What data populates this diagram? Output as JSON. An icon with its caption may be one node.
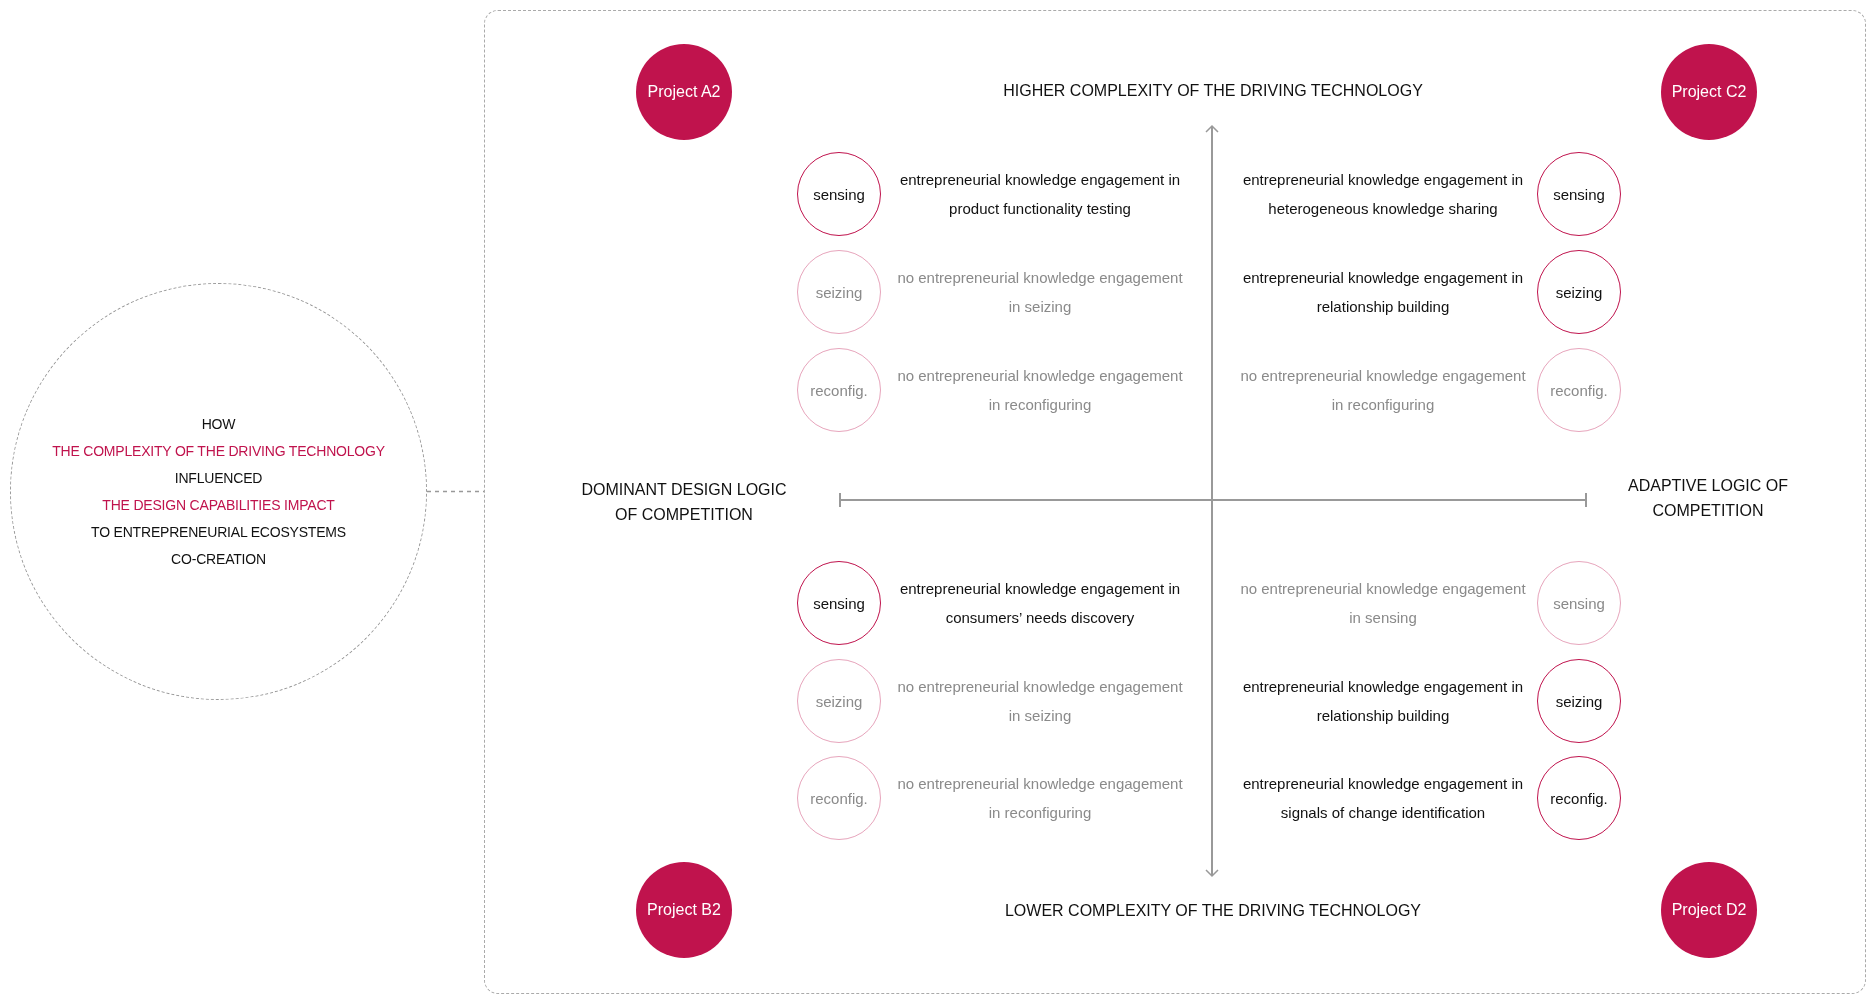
{
  "diagram": {
    "nodes": [
      {
        "text": [
          "HOW",
          "THE COMPLEXITY OF THE DRIVING TECHNOLOGY",
          "INFLUENCED",
          "THE DESIGN CAPABILITIES IMPACT",
          "TO ENTREPRENEURIAL ECOSYSTEMS",
          "CO-CREATION"
        ]
      },
      {
        "text": [],
        "shape": "box"
      },
      {
        "text": [
          "Project A2"
        ],
        "in": 1
      },
      {
        "text": [
          "Project C2"
        ],
        "in": 1
      },
      {
        "text": [
          "sensing"
        ],
        "in": 1,
        "beside": [
          "entrepreneurial knowledge engagement in product functionality testing"
        ]
      },
      {
        "text": [
          "sensing"
        ],
        "in": 1,
        "beside": [
          "entrepreneurial knowledge engagement in heterogeneous knowledge sharing"
        ]
      },
      {
        "text": [
          "seizing"
        ],
        "in": 1,
        "beside": [
          "no entrepreneurial knowledge engagement in seizing"
        ]
      },
      {
        "text": [
          "seizing"
        ],
        "in": 1,
        "beside": [
          "entrepreneurial knowledge engagement in relationship building"
        ]
      },
      {
        "text": [
          "reconfig."
        ],
        "in": 1,
        "beside": [
          "no entrepreneurial knowledge engagement in reconfiguring"
        ]
      },
      {
        "text": [
          "reconfig."
        ],
        "in": 1,
        "beside": [
          "no entrepreneurial knowledge engagement in reconfiguring"
        ]
      },
      {
        "text": [
          "sensing"
        ],
        "in": 1,
        "beside": [
          "entrepreneurial knowledge engagement in consumers’ needs discovery"
        ]
      },
      {
        "text": [
          "sensing"
        ],
        "in": 1,
        "beside": [
          "no entrepreneurial knowledge engagement in sensing"
        ]
      },
      {
        "text": [
          "seizing"
        ],
        "in": 1,
        "beside": [
          "no entrepreneurial knowledge engagement in seizing"
        ]
      },
      {
        "text": [
          "seizing"
        ],
        "in": 1,
        "beside": [
          "entrepreneurial knowledge engagement in relationship building"
        ]
      },
      {
        "text": [
          "reconfig."
        ],
        "in": 1,
        "beside": [
          "no entrepreneurial knowledge engagement in reconfiguring"
        ]
      },
      {
        "text": [
          "reconfig."
        ],
        "in": 1,
        "beside": [
          "entrepreneurial knowledge engagement in signals of change identification"
        ]
      },
      {
        "text": [
          "Project B2"
        ],
        "in": 1
      },
      {
        "text": [
          "Project D2"
        ],
        "in": 1
      }
    ],
    "edges": [
      {
        "from": 0,
        "to": 1,
        "arrow": "none",
        "style": "dashed"
      }
    ],
    "labels": [
      "HIGHER COMPLEXITY OF THE DRIVING TECHNOLOGY",
      "DOMINANT DESIGN LOGIC OF COMPETITION",
      "ADAPTIVE LOGIC OF COMPETITION",
      "LOWER COMPLEXITY OF THE DRIVING TECHNOLOGY"
    ]
  }
}
